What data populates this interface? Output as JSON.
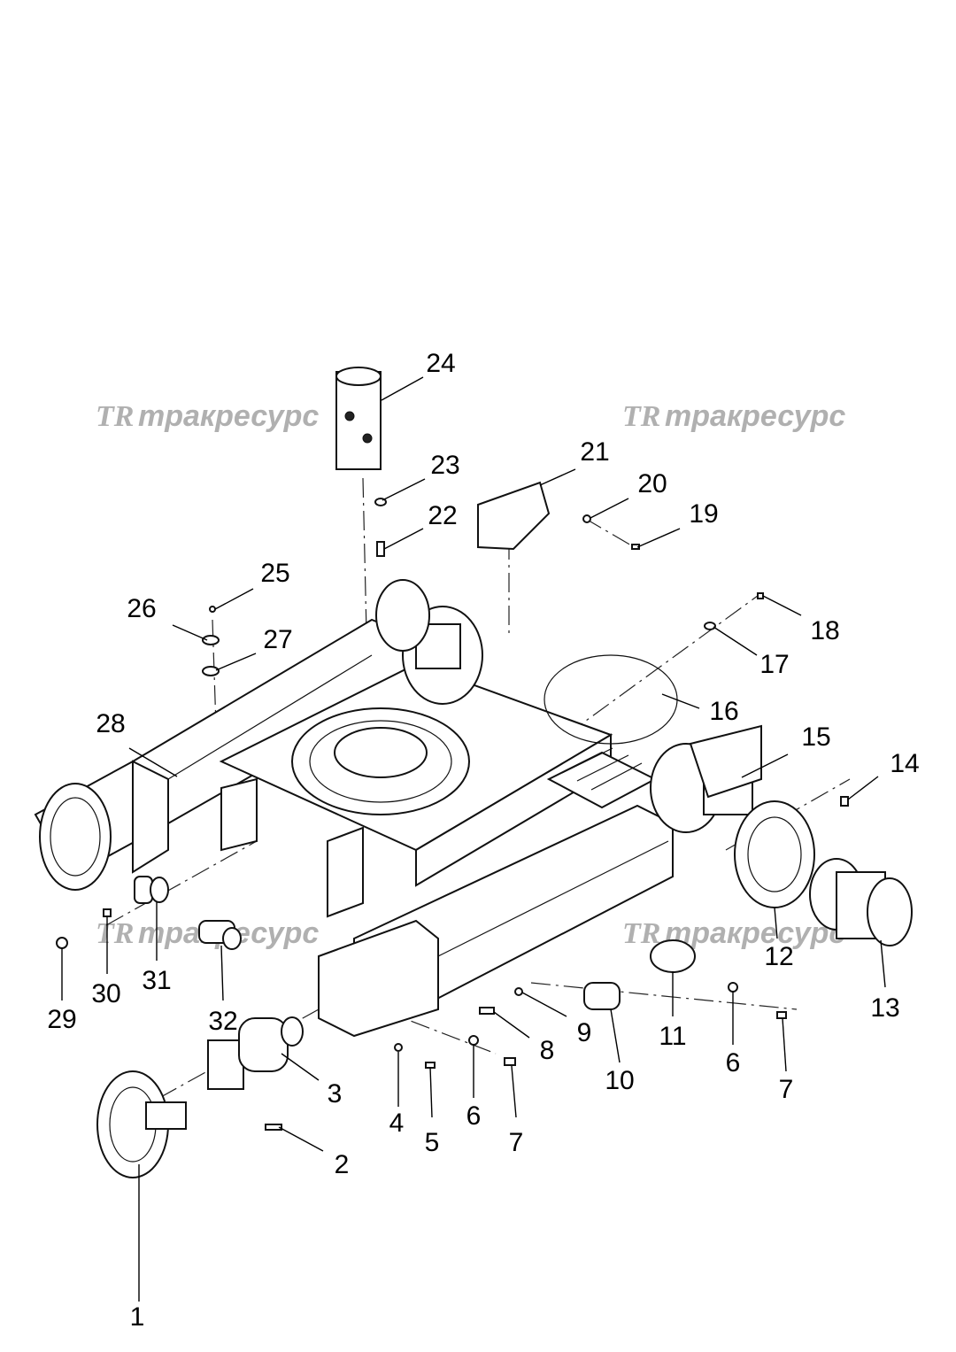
{
  "watermark": {
    "logo": "TR",
    "text": "тракресурс",
    "color": "#b0b0b0"
  },
  "callouts": [
    {
      "label": "1"
    },
    {
      "label": "2"
    },
    {
      "label": "3"
    },
    {
      "label": "4"
    },
    {
      "label": "5"
    },
    {
      "label": "6"
    },
    {
      "label": "7"
    },
    {
      "label": "8"
    },
    {
      "label": "9"
    },
    {
      "label": "10"
    },
    {
      "label": "11"
    },
    {
      "label": "6"
    },
    {
      "label": "7"
    },
    {
      "label": "12"
    },
    {
      "label": "13"
    },
    {
      "label": "14"
    },
    {
      "label": "15"
    },
    {
      "label": "16"
    },
    {
      "label": "17"
    },
    {
      "label": "18"
    },
    {
      "label": "19"
    },
    {
      "label": "20"
    },
    {
      "label": "21"
    },
    {
      "label": "22"
    },
    {
      "label": "23"
    },
    {
      "label": "24"
    },
    {
      "label": "25"
    },
    {
      "label": "26"
    },
    {
      "label": "27"
    },
    {
      "label": "28"
    },
    {
      "label": "29"
    },
    {
      "label": "30"
    },
    {
      "label": "31"
    },
    {
      "label": "32"
    }
  ]
}
